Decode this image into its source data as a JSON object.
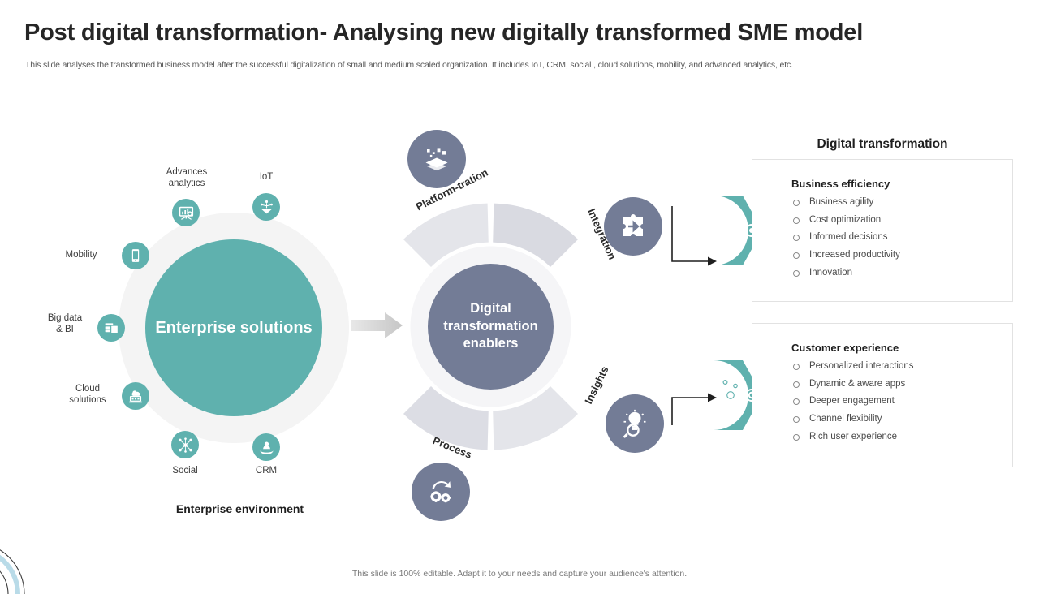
{
  "header": {
    "title": "Post digital transformation- Analysing new digitally transformed SME model",
    "subtitle": "This slide analyses the transformed business model after the successful digitalization of small and medium scaled organization. It includes IoT, CRM,  social , cloud solutions, mobility, and advanced analytics, etc."
  },
  "footer": {
    "note": "This slide is 100% editable.  Adapt it to your needs and capture your audience's attention."
  },
  "colors": {
    "teal": "#5FB1AE",
    "slate": "#737C96",
    "ring_light": "#ececf0",
    "ring_dark": "#d7d9e0",
    "halo": "#f4f4f4",
    "text_dark": "#262626",
    "arc_blue": "#b9dbe8"
  },
  "diagram": {
    "enterprise": {
      "label": "Enterprise\nsolutions",
      "section_label": "Enterprise environment",
      "satellites": [
        {
          "label": "Advances\nanalytics",
          "icon": "analytics-icon"
        },
        {
          "label": "IoT",
          "icon": "iot-icon"
        },
        {
          "label": "Mobility",
          "icon": "mobile-icon"
        },
        {
          "label": "Big data\n& BI",
          "icon": "database-icon"
        },
        {
          "label": "Cloud\nsolutions",
          "icon": "cloud-laptop-icon"
        },
        {
          "label": "Social",
          "icon": "social-network-icon"
        },
        {
          "label": "CRM",
          "icon": "crm-handshake-icon"
        }
      ]
    },
    "enablers": {
      "center_label": "Digital\ntransformation\nenablers",
      "segments": [
        {
          "label": "Platform-tration",
          "icon": "layers-icon"
        },
        {
          "label": "Integration",
          "icon": "puzzle-arrow-icon"
        },
        {
          "label": "Insights",
          "icon": "idea-search-icon"
        },
        {
          "label": "Process",
          "icon": "gears-cycle-icon"
        }
      ]
    }
  },
  "panel": {
    "title": "Digital transformation",
    "cards": [
      {
        "heading": "Business efficiency",
        "icon": "growth-chart-icon",
        "items": [
          "Business agility",
          "Cost optimization",
          "Informed  decisions",
          "Increased  productivity",
          "Innovation"
        ]
      },
      {
        "heading": "Customer experience",
        "icon": "customer-feedback-icon",
        "items": [
          "Personalized interactions",
          "Dynamic & aware  apps",
          "Deeper  engagement",
          "Channel  flexibility",
          "Rich user experience"
        ]
      }
    ]
  }
}
